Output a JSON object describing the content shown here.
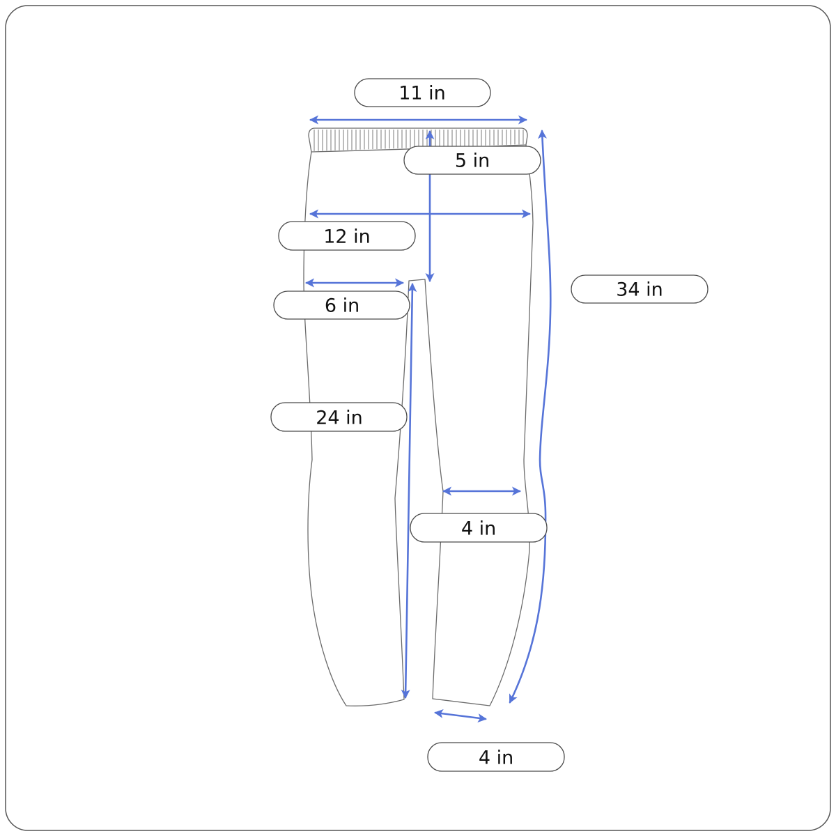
{
  "labels": {
    "waist_width": "11 in",
    "rise": "5 in",
    "hip_width": "12 in",
    "thigh_width": "6 in",
    "inseam": "24 in",
    "outseam": "34 in",
    "knee_width": "4 in",
    "leg_opening": "4 in"
  },
  "colors": {
    "measure_arrow": "#5674d8",
    "outline": "#6b6b6b",
    "frame": "#555555"
  }
}
